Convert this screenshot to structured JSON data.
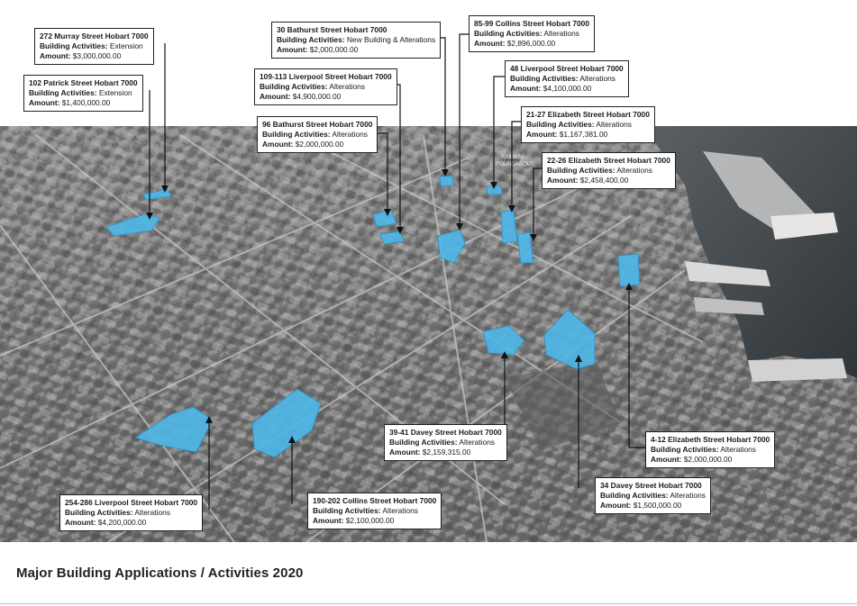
{
  "title": "Major Building Applications / Activities 2020",
  "field_labels": {
    "activities": "Building Activities:",
    "amount": "Amount:"
  },
  "map_labels": {
    "railway": "RAILWAY",
    "roundabout": "ROUNDABOUT"
  },
  "colors": {
    "highlight": "#4fb6e6",
    "water": "#3e4548",
    "land": "#7e7e7e",
    "callout_border": "#222222"
  },
  "sites": [
    {
      "address": "272 Murray Street Hobart 7000",
      "activities": "Extension",
      "amount": "$3,000,000.00"
    },
    {
      "address": "102 Patrick Street Hobart 7000",
      "activities": "Extension",
      "amount": "$1,400,000.00"
    },
    {
      "address": "30 Bathurst Street Hobart 7000",
      "activities": "New Building & Alterations",
      "amount": "$2,000,000.00"
    },
    {
      "address": "85-99 Collins Street Hobart 7000",
      "activities": "Alterations",
      "amount": "$2,896,000.00"
    },
    {
      "address": "109-113 Liverpool Street Hobart 7000",
      "activities": "Alterations",
      "amount": "$4,900,000.00"
    },
    {
      "address": "48 Liverpool Street Hobart 7000",
      "activities": "Alterations",
      "amount": "$4,100,000.00"
    },
    {
      "address": "96 Bathurst Street Hobart 7000",
      "activities": "Alterations",
      "amount": "$2,000,000.00"
    },
    {
      "address": "21-27 Elizabeth Street Hobart 7000",
      "activities": "Alterations",
      "amount": "$1,167,381.00"
    },
    {
      "address": "22-26 Elizabeth Street Hobart 7000",
      "activities": "Alterations",
      "amount": "$2,458,400.00"
    },
    {
      "address": "39-41 Davey Street Hobart 7000",
      "activities": "Alterations",
      "amount": "$2,159,315.00"
    },
    {
      "address": "4-12 Elizabeth Street Hobart 7000",
      "activities": "Alterations",
      "amount": "$2,000,000.00"
    },
    {
      "address": "34 Davey Street Hobart 7000",
      "activities": "Alterations",
      "amount": "$1,500,000.00"
    },
    {
      "address": "254-286 Liverpool Street Hobart 7000",
      "activities": "Alterations",
      "amount": "$4,200,000.00"
    },
    {
      "address": "190-202 Collins Street Hobart 7000",
      "activities": "Alterations",
      "amount": "$2,100,000.00"
    }
  ]
}
